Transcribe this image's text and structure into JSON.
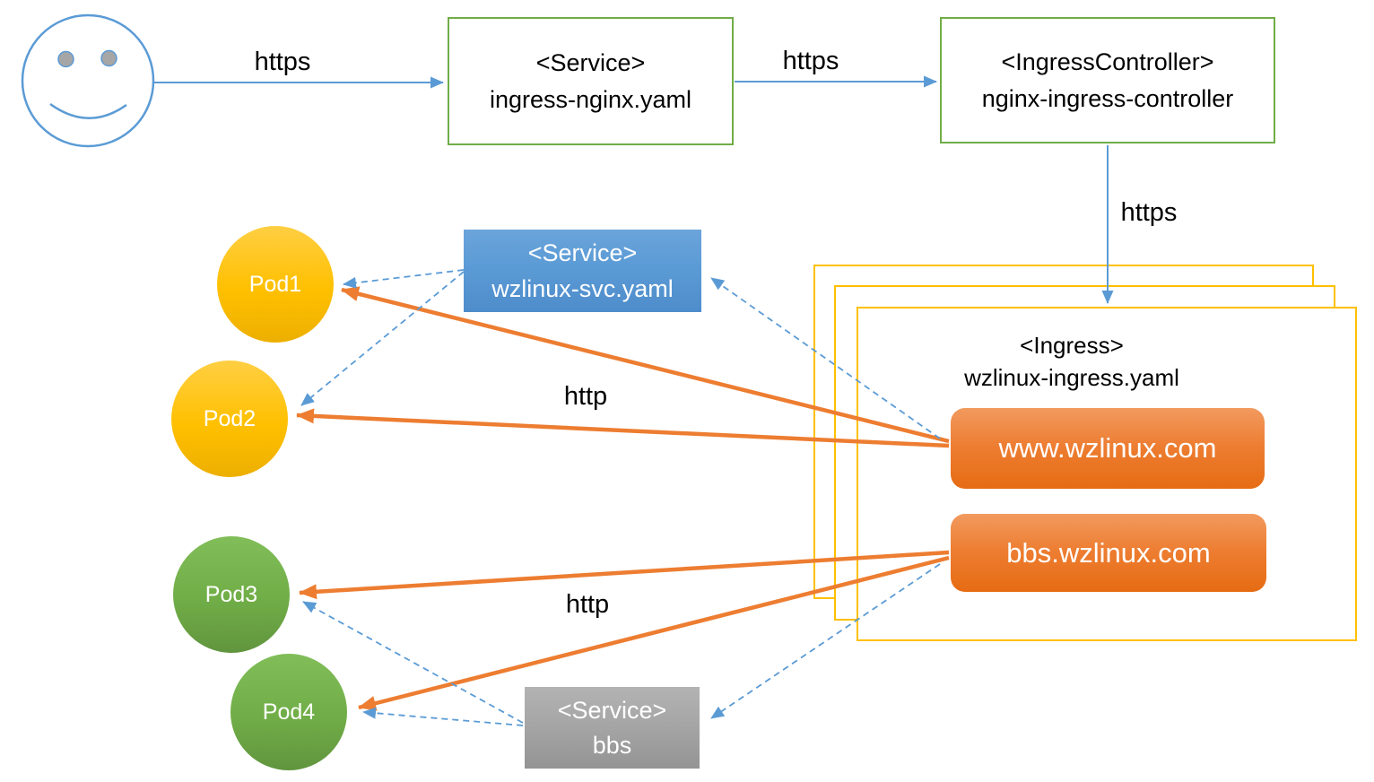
{
  "colors": {
    "accent-blue": "#5B9BD5",
    "accent-green": "#70AD47",
    "accent-gold": "#FFC000",
    "accent-orange": "#ED7D31",
    "accent-gray": "#A6A6A6"
  },
  "icons": {
    "user": "smiley-face-icon"
  },
  "nodes": {
    "svc_ingress_nginx": {
      "line1": "<Service>",
      "line2": "ingress-nginx.yaml"
    },
    "ingress_controller": {
      "line1": "<IngressController>",
      "line2": "nginx-ingress-controller"
    },
    "ingress": {
      "line1": "<Ingress>",
      "line2": "wzlinux-ingress.yaml"
    },
    "host_www": {
      "label": "www.wzlinux.com"
    },
    "host_bbs": {
      "label": "bbs.wzlinux.com"
    },
    "svc_wzlinux": {
      "line1": "<Service>",
      "line2": "wzlinux-svc.yaml"
    },
    "svc_bbs": {
      "line1": "<Service>",
      "line2": "bbs"
    },
    "pod1": {
      "label": "Pod1"
    },
    "pod2": {
      "label": "Pod2"
    },
    "pod3": {
      "label": "Pod3"
    },
    "pod4": {
      "label": "Pod4"
    }
  },
  "edge_labels": {
    "user_to_service": "https",
    "service_to_controller": "https",
    "controller_to_ingress": "https",
    "www_to_pods": "http",
    "bbs_to_pods": "http"
  }
}
